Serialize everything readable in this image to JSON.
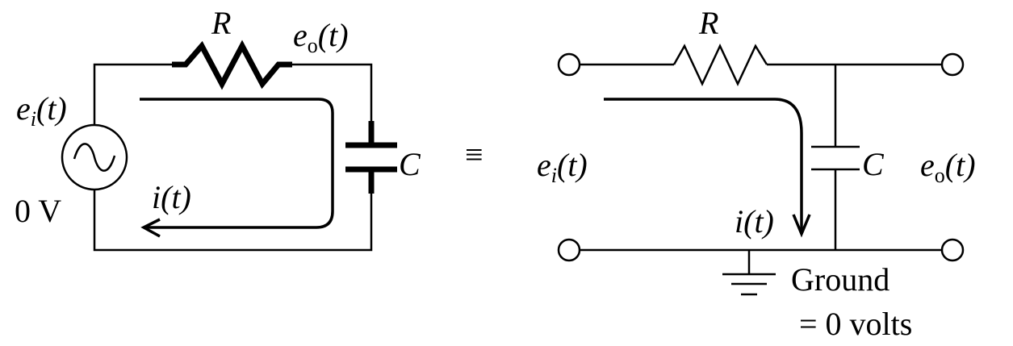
{
  "left_circuit": {
    "resistor_label": "R",
    "output_label": {
      "main": "e",
      "sub": "o",
      "arg": "(t)"
    },
    "input_label": {
      "main": "e",
      "sub": "i",
      "arg": "(t)"
    },
    "source_reference": "0 V",
    "capacitor_label": "C",
    "current_label": {
      "main": "i",
      "arg": "(t)"
    }
  },
  "equivalence_symbol": "≡",
  "right_circuit": {
    "resistor_label": "R",
    "input_label": {
      "main": "e",
      "sub": "i",
      "arg": "(t)"
    },
    "output_label": {
      "main": "e",
      "sub": "o",
      "arg": "(t)"
    },
    "capacitor_label": "C",
    "current_label": {
      "main": "i",
      "arg": "(t)"
    },
    "ground_label": "Ground",
    "ground_value": "= 0 volts"
  }
}
